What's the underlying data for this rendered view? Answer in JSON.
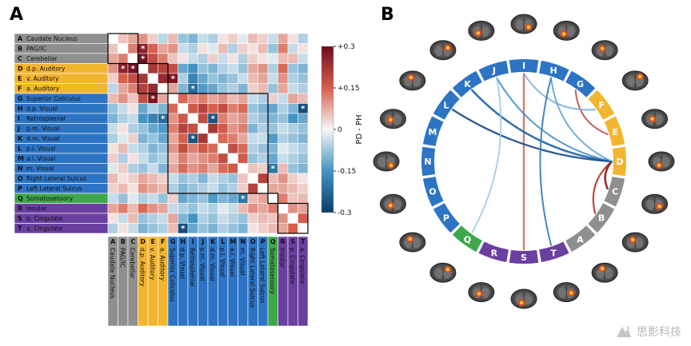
{
  "figure": {
    "panel_a_label": "A",
    "panel_b_label": "B",
    "watermark_text": "思影科技"
  },
  "groups": [
    {
      "id": "gray",
      "color": "#8f8f8f",
      "members": "ABC"
    },
    {
      "id": "yellow",
      "color": "#f2b530",
      "members": "DEF"
    },
    {
      "id": "blue",
      "color": "#2d74c4",
      "members": "GHIJKLMNOP"
    },
    {
      "id": "green",
      "color": "#3fa84c",
      "members": "Q"
    },
    {
      "id": "purple",
      "color": "#6b3fa0",
      "members": "RST"
    }
  ],
  "regions": [
    {
      "letter": "A",
      "name": "Caudate Nucleus",
      "group": "gray"
    },
    {
      "letter": "B",
      "name": "PAG/IC",
      "group": "gray"
    },
    {
      "letter": "C",
      "name": "Cerebellar",
      "group": "gray"
    },
    {
      "letter": "D",
      "name": "d.p. Auditory",
      "group": "yellow"
    },
    {
      "letter": "E",
      "name": "v. Auditory",
      "group": "yellow"
    },
    {
      "letter": "F",
      "name": "a. Auditory",
      "group": "yellow"
    },
    {
      "letter": "G",
      "name": "Superior Coliculus",
      "group": "blue"
    },
    {
      "letter": "H",
      "name": "d.p. Visual",
      "group": "blue"
    },
    {
      "letter": "I",
      "name": "Retrosplenial",
      "group": "blue"
    },
    {
      "letter": "J",
      "name": "p.m. Visual",
      "group": "blue"
    },
    {
      "letter": "K",
      "name": "d.m. Visual",
      "group": "blue"
    },
    {
      "letter": "L",
      "name": "p.l. Visual",
      "group": "blue"
    },
    {
      "letter": "M",
      "name": "a.l. Visual",
      "group": "blue"
    },
    {
      "letter": "N",
      "name": "m. Visual",
      "group": "blue"
    },
    {
      "letter": "O",
      "name": "Right Lateral Sulcus",
      "group": "blue"
    },
    {
      "letter": "P",
      "name": "Left Lateral Sulcus",
      "group": "blue"
    },
    {
      "letter": "Q",
      "name": "Somatosensory",
      "group": "green"
    },
    {
      "letter": "R",
      "name": "Insular",
      "group": "purple"
    },
    {
      "letter": "S",
      "name": "p. Cingulate",
      "group": "purple"
    },
    {
      "letter": "T",
      "name": "a. Cingulate",
      "group": "purple"
    }
  ],
  "chart_data": [
    {
      "type": "heatmap",
      "title": "PD - PH functional connectivity difference matrix",
      "row_order": [
        "A",
        "B",
        "C",
        "D",
        "E",
        "F",
        "G",
        "H",
        "I",
        "J",
        "K",
        "L",
        "M",
        "N",
        "O",
        "P",
        "Q",
        "R",
        "S",
        "T"
      ],
      "symmetric": true,
      "diagonal": "blank",
      "vmin": -0.3,
      "vmax": 0.3,
      "colorbar": {
        "ticks": [
          "+0.3",
          "+0.15",
          "0",
          "-0.15",
          "-0.3"
        ],
        "label": "PD - PH"
      },
      "values_lower_triangle": [
        [],
        [
          0.05
        ],
        [
          0.08,
          0.12
        ],
        [
          0.1,
          0.26,
          0.29
        ],
        [
          0.04,
          0.15,
          0.18,
          0.22
        ],
        [
          -0.05,
          0.08,
          0.12,
          0.2,
          0.24
        ],
        [
          0.06,
          0.1,
          0.05,
          0.18,
          0.28,
          0.08
        ],
        [
          -0.08,
          -0.04,
          0.02,
          -0.12,
          -0.06,
          -0.1,
          0.14
        ],
        [
          -0.1,
          -0.06,
          -0.04,
          -0.15,
          -0.18,
          -0.22,
          0.1,
          0.16
        ],
        [
          -0.04,
          0.02,
          -0.06,
          -0.08,
          -0.12,
          -0.14,
          0.12,
          0.2,
          0.18
        ],
        [
          -0.06,
          -0.02,
          0.04,
          -0.1,
          -0.08,
          -0.12,
          0.08,
          0.15,
          -0.26,
          0.22
        ],
        [
          0.02,
          0.06,
          -0.04,
          -0.06,
          -0.1,
          -0.08,
          0.1,
          0.18,
          0.12,
          0.16,
          0.14
        ],
        [
          0.04,
          -0.06,
          0.02,
          -0.04,
          -0.08,
          -0.06,
          0.06,
          0.12,
          0.08,
          0.1,
          0.12,
          0.18
        ],
        [
          -0.02,
          0.04,
          -0.06,
          -0.08,
          -0.04,
          -0.1,
          0.08,
          0.14,
          0.1,
          0.12,
          0.08,
          0.14,
          0.16
        ],
        [
          0.06,
          0.02,
          0.04,
          0.08,
          0.06,
          0.04,
          -0.04,
          -0.08,
          -0.06,
          -0.1,
          -0.04,
          -0.06,
          -0.08,
          0.05
        ],
        [
          0.04,
          0.06,
          0.02,
          0.1,
          0.08,
          0.06,
          -0.06,
          -0.1,
          -0.08,
          -0.06,
          -0.04,
          -0.08,
          -0.06,
          0.04,
          0.2
        ],
        [
          -0.04,
          -0.08,
          -0.02,
          -0.06,
          -0.04,
          -0.08,
          0.04,
          -0.12,
          -0.1,
          -0.08,
          -0.14,
          -0.1,
          -0.12,
          -0.2,
          0.06,
          0.08
        ],
        [
          0.08,
          0.12,
          0.06,
          0.14,
          0.1,
          0.08,
          -0.04,
          -0.06,
          -0.08,
          -0.04,
          -0.06,
          -0.02,
          -0.04,
          0.06,
          0.1,
          0.08,
          0.12
        ],
        [
          0.02,
          -0.04,
          0.06,
          -0.08,
          -0.06,
          -0.04,
          0.08,
          -0.1,
          -0.15,
          -0.06,
          -0.08,
          -0.04,
          -0.06,
          -0.08,
          0.04,
          0.06,
          0.05,
          0.1
        ],
        [
          -0.06,
          0.02,
          -0.04,
          -0.1,
          -0.08,
          -0.06,
          0.06,
          -0.27,
          -0.12,
          -0.08,
          -0.1,
          -0.06,
          -0.08,
          -0.1,
          0.02,
          0.04,
          0.06,
          0.08,
          0.15
        ]
      ],
      "significant_cells": [
        [
          "D",
          "B"
        ],
        [
          "D",
          "C"
        ],
        [
          "G",
          "E"
        ],
        [
          "I",
          "F"
        ],
        [
          "K",
          "I"
        ],
        [
          "Q",
          "N"
        ],
        [
          "T",
          "H"
        ]
      ]
    },
    {
      "type": "chord",
      "title": "Significant PD - PH connections",
      "ring_order_clockwise_from_top": [
        "I",
        "H",
        "G",
        "F",
        "E",
        "D",
        "C",
        "B",
        "A",
        "T",
        "S",
        "R",
        "Q",
        "P",
        "O",
        "N",
        "M",
        "L",
        "K",
        "J"
      ],
      "chords": [
        {
          "from": "D",
          "to": "B",
          "sign": "positive",
          "color": "#b63a2a",
          "width": 2.2
        },
        {
          "from": "D",
          "to": "C",
          "sign": "positive",
          "color": "#8f1f1f",
          "width": 2.6
        },
        {
          "from": "G",
          "to": "E",
          "sign": "positive",
          "color": "#c0504a",
          "width": 2.0
        },
        {
          "from": "I",
          "to": "S",
          "sign": "positive",
          "color": "#d8705c",
          "width": 2.4
        },
        {
          "from": "I",
          "to": "F",
          "sign": "negative",
          "color": "#7fb2d8",
          "width": 2.0
        },
        {
          "from": "K",
          "to": "D",
          "sign": "negative",
          "color": "#2166ac",
          "width": 2.6
        },
        {
          "from": "J",
          "to": "D",
          "sign": "negative",
          "color": "#4a90c8",
          "width": 2.0
        },
        {
          "from": "L",
          "to": "D",
          "sign": "negative",
          "color": "#1b4f8a",
          "width": 2.4
        },
        {
          "from": "H",
          "to": "D",
          "sign": "negative",
          "color": "#5aa0d0",
          "width": 1.8
        },
        {
          "from": "J",
          "to": "Q",
          "sign": "negative",
          "color": "#9ec9e2",
          "width": 1.8
        },
        {
          "from": "T",
          "to": "H",
          "sign": "negative",
          "color": "#3a7cb8",
          "width": 2.0
        }
      ]
    }
  ]
}
